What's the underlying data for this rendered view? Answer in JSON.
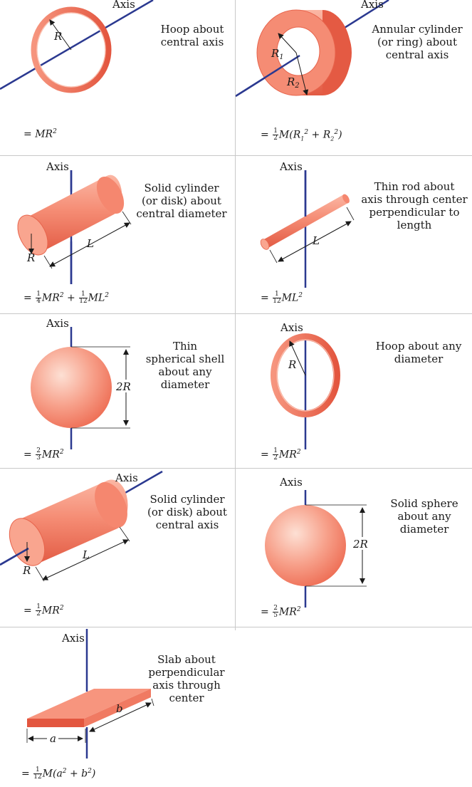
{
  "axis_label": "Axis",
  "panels": [
    {
      "desc": "Hoop about\ncentral axis",
      "formula": [
        "= ",
        "MR²"
      ],
      "labels": [
        "R"
      ]
    },
    {
      "desc": "Annular cylinder\n(or ring) about\ncentral axis",
      "formula": "½M(R₁² + R₂²)",
      "labels": [
        "R1",
        "R2"
      ]
    },
    {
      "desc": "Solid cylinder\n(or disk) about\ncentral diameter",
      "formula": "¼MR² + 1⁄12ML²",
      "labels": [
        "R",
        "L"
      ]
    },
    {
      "desc": "Thin rod about\naxis through center\nperpendicular to\nlength",
      "formula": "1⁄12ML²",
      "labels": [
        "L"
      ]
    },
    {
      "desc": "Thin\nspherical shell\nabout any\ndiameter",
      "formula": "⅔MR²",
      "labels": [
        "2R"
      ]
    },
    {
      "desc": "Hoop about any\ndiameter",
      "formula": "½MR²",
      "labels": [
        "R"
      ]
    },
    {
      "desc": "Solid cylinder\n(or disk) about\ncentral axis",
      "formula": "½MR²",
      "labels": [
        "R",
        "L"
      ]
    },
    {
      "desc": "Solid sphere\nabout any\ndiameter",
      "formula": "⅖MR²",
      "labels": [
        "2R"
      ]
    },
    {
      "desc": "Slab about\nperpendicular\naxis through\ncenter",
      "formula": "1⁄12M(a² + b²)",
      "labels": [
        "a",
        "b"
      ]
    }
  ],
  "colors": {
    "axis": "#2b3990",
    "body": "#f47a64",
    "body_light": "#fcd3c5",
    "body_dark": "#e0553f",
    "divider": "#c8c8c8"
  }
}
